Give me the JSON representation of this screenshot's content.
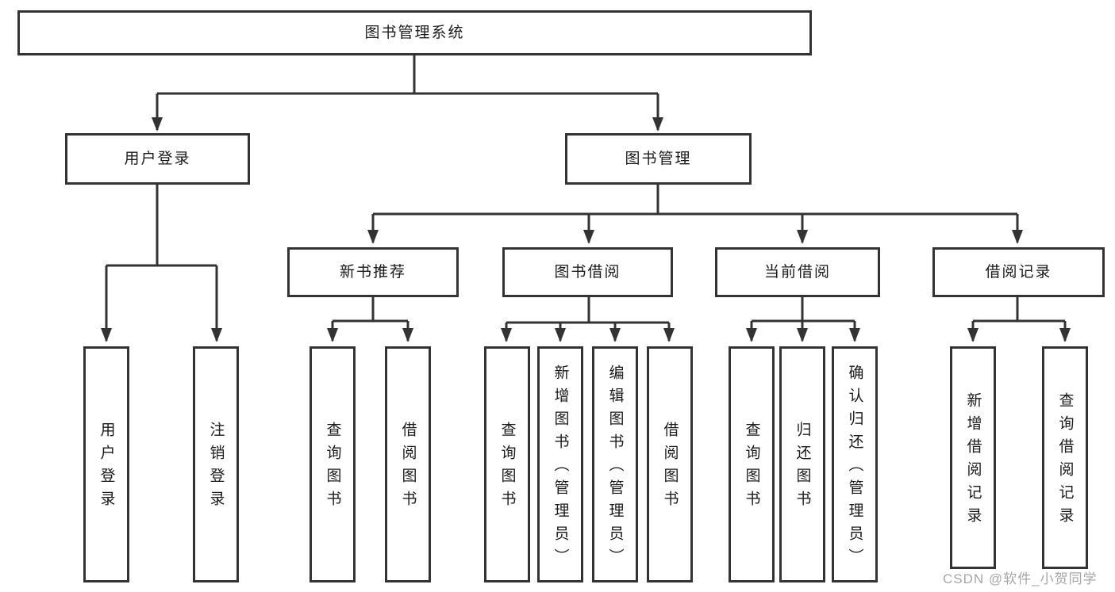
{
  "page": {
    "background": "#ffffff"
  },
  "colors": {
    "line": "#333333",
    "box_border": "#333333",
    "text": "#1a1a1a",
    "watermark": "#a6a6a6"
  },
  "watermark": "CSDN @软件_小贺同学",
  "tree": {
    "root": {
      "label": "图书管理系统"
    },
    "branches": [
      {
        "label": "用户登录",
        "children": [
          {
            "label": "用户登录"
          },
          {
            "label": "注销登录"
          }
        ]
      },
      {
        "label": "图书管理",
        "children": [
          {
            "label": "新书推荐",
            "children": [
              {
                "label": "查询图书"
              },
              {
                "label": "借阅图书"
              }
            ]
          },
          {
            "label": "图书借阅",
            "children": [
              {
                "label": "查询图书"
              },
              {
                "label": "新增图书（管理员）"
              },
              {
                "label": "编辑图书（管理员）"
              },
              {
                "label": "借阅图书"
              }
            ]
          },
          {
            "label": "当前借阅",
            "children": [
              {
                "label": "查询图书"
              },
              {
                "label": "归还图书"
              },
              {
                "label": "确认归还（管理员）"
              }
            ]
          },
          {
            "label": "借阅记录",
            "children": [
              {
                "label": "新增借阅记录"
              },
              {
                "label": "查询借阅记录"
              }
            ]
          }
        ]
      }
    ]
  }
}
